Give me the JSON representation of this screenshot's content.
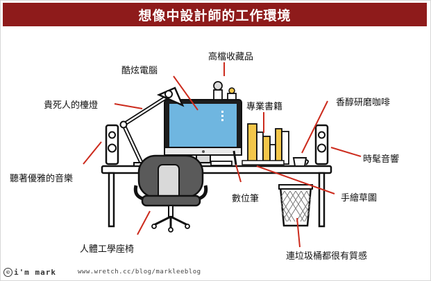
{
  "title": "想像中設計師的工作環境",
  "labels": {
    "collectibles": "高檔收藏品",
    "monitor": "酷炫電腦",
    "lamp": "貴死人的檯燈",
    "books": "專業書籍",
    "coffee": "香醇研磨咖啡",
    "speaker_right": "時髦音響",
    "speaker_left": "聽著優雅的音樂",
    "pen_tablet": "數位筆",
    "sketch": "手繪草圖",
    "chair": "人體工學座椅",
    "trashcan": "連垃圾桶都很有質感"
  },
  "footer": {
    "badge": "©",
    "brand": "i'm mark",
    "url": "www.wretch.cc/blog/markleeblog"
  },
  "colors": {
    "title_bg": "#8e1b1b",
    "screen": "#6fb6e0",
    "leader_line": "#cc2b1d",
    "book_yellow": "#f3c64a",
    "chair": "#444444"
  }
}
